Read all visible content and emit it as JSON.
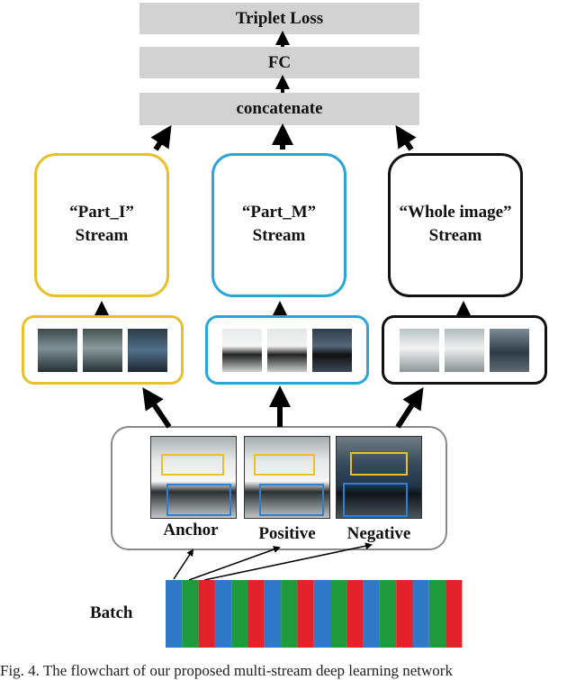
{
  "top_blocks": {
    "loss": "Triplet Loss",
    "fc": "FC",
    "concat": "concatenate"
  },
  "streams": [
    {
      "line1": "“Part_I”",
      "line2": "Stream",
      "color": "#e8c12a"
    },
    {
      "line1": "“Part_M”",
      "line2": "Stream",
      "color": "#2aa6d6"
    },
    {
      "line1": "“Whole image”",
      "line2": "Stream",
      "color": "#111111"
    }
  ],
  "triplet": {
    "anchor": "Anchor",
    "positive": "Positive",
    "negative": "Negative"
  },
  "batch": {
    "label": "Batch",
    "colors": [
      "#2f79c8",
      "#1f9a3c",
      "#e3222b"
    ]
  },
  "caption": "Fig. 4. The flowchart of our proposed multi-stream deep learning network"
}
